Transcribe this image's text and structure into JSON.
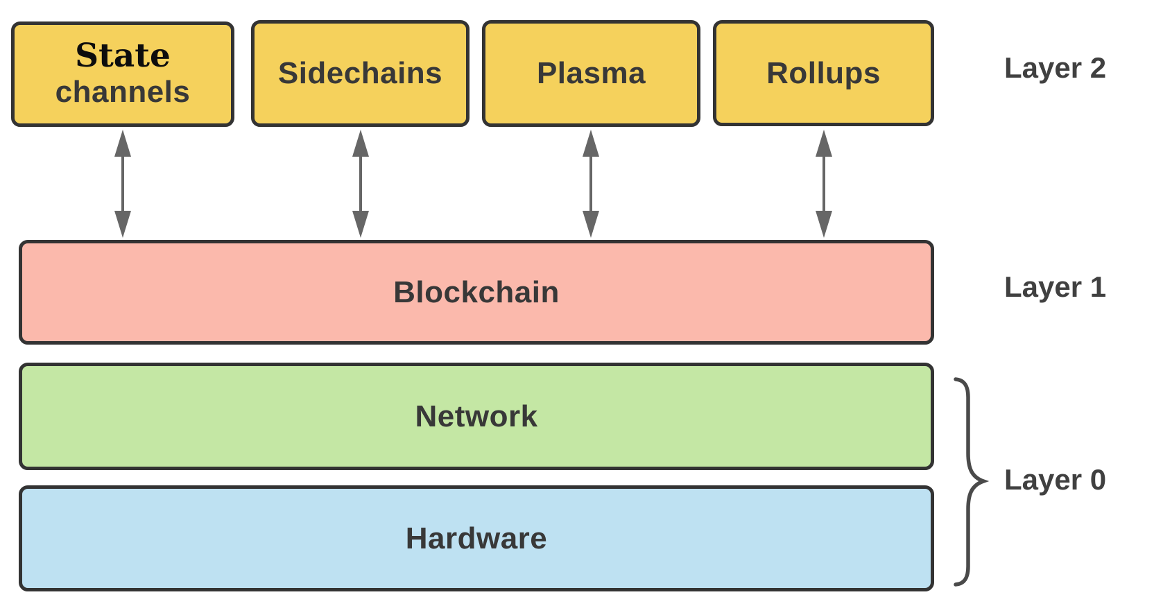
{
  "colors": {
    "layer2_box": "#F5D15C",
    "layer1_box": "#FBB9AC",
    "network_box": "#C4E7A4",
    "hardware_box": "#BEE1F2",
    "box_border": "#333333",
    "box_text": "#383838",
    "state_text": "#0d0d0d",
    "label_text": "#404040",
    "arrow": "#666666",
    "brace": "#4a4a4a"
  },
  "layer2": {
    "label": "Layer 2",
    "boxes": [
      {
        "lines": [
          "State",
          "channels"
        ]
      },
      {
        "lines": [
          "Sidechains"
        ]
      },
      {
        "lines": [
          "Plasma"
        ]
      },
      {
        "lines": [
          "Rollups"
        ]
      }
    ]
  },
  "layer1": {
    "label": "Layer 1",
    "boxes": [
      {
        "lines": [
          "Blockchain"
        ]
      }
    ]
  },
  "layer0": {
    "label": "Layer 0",
    "boxes": [
      {
        "lines": [
          "Network"
        ]
      },
      {
        "lines": [
          "Hardware"
        ]
      }
    ]
  }
}
